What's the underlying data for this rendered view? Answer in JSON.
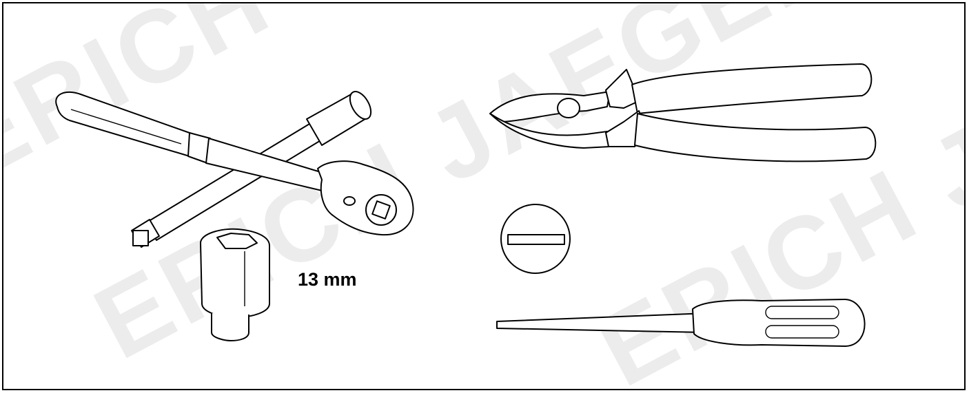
{
  "watermark": {
    "text_1": "ERICH JAEGER",
    "text_2": "ERICH JAEGER",
    "text_3": "ERICH JAEGER",
    "color": "#ececec"
  },
  "labels": {
    "socket_size": "13 mm"
  },
  "icons": {
    "ratchet": "ratchet-wrench-icon",
    "extension": "socket-extension-bar-icon",
    "socket": "hex-socket-icon",
    "pliers": "diagonal-cutting-pliers-icon",
    "slot_detail": "slotted-screw-head-icon",
    "screwdriver": "flat-screwdriver-icon"
  }
}
